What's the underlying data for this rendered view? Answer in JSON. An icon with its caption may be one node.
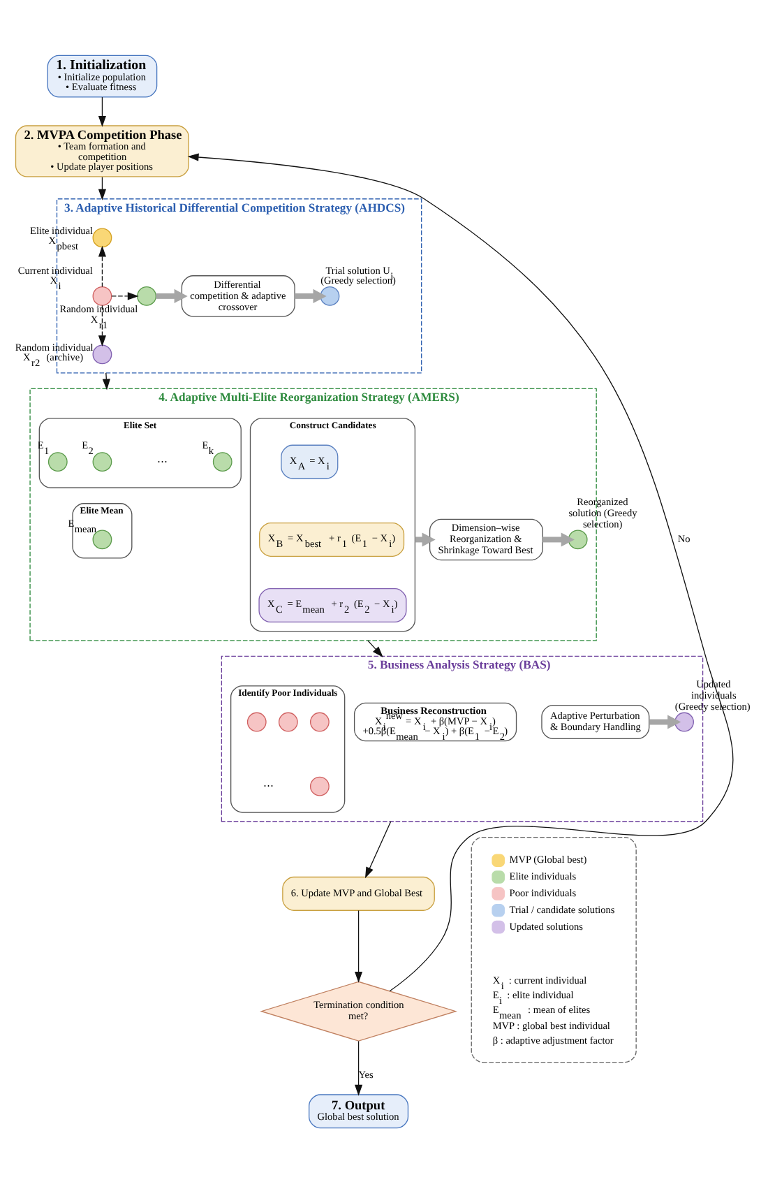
{
  "diagram": {
    "nodes": [
      {
        "text": [
          "1. Initialization",
          "• Initialize population",
          "• Evaluate fitness"
        ]
      },
      {
        "text": [
          "2. MVPA Competition Phase",
          "• Team formation and competition",
          "• Update player positions"
        ]
      },
      {
        "text": [
          "3. Adaptive Historical Differential Competition Strategy (AHDCS)"
        ]
      },
      {
        "text": [],
        "shape": "circle",
        "in": 2,
        "beside": [
          "Current individual X$_{i}$"
        ]
      },
      {
        "text": [],
        "shape": "circle",
        "in": 2,
        "beside": [
          "Elite individual X$_{pbest}$"
        ]
      },
      {
        "text": [],
        "shape": "circle",
        "in": 2,
        "beside": [
          "Random individual X$_{r1}$"
        ]
      },
      {
        "text": [],
        "shape": "circle",
        "in": 2,
        "beside": [
          "Random individual X$_{r2}$ (archive)"
        ]
      },
      {
        "text": [
          "Differential competition & adaptive crossover"
        ],
        "in": 2
      },
      {
        "text": [],
        "shape": "circle",
        "in": 2,
        "beside": [
          "Trial solution U$_{i}$ (Greedy selection)"
        ]
      },
      {
        "text": [
          "4. Adaptive Multi-Elite Reorganization Strategy (AMERS)"
        ]
      },
      {
        "text": [
          "Elite Set"
        ],
        "in": 9
      },
      {
        "text": [],
        "shape": "circle",
        "in": 10,
        "beside": [
          "E$_{1}$"
        ]
      },
      {
        "text": [],
        "shape": "circle",
        "in": 10,
        "beside": [
          "E$_{2}$"
        ]
      },
      {
        "text": [],
        "shape": "circle",
        "in": 10,
        "beside": [
          "E$_{k}$"
        ]
      },
      {
        "text": [
          "Elite Mean"
        ],
        "in": 9
      },
      {
        "text": [],
        "shape": "circle",
        "in": 14,
        "beside": [
          "E$_{mean}$"
        ]
      },
      {
        "text": [
          "Construct Candidates"
        ],
        "in": 9
      },
      {
        "text": [
          "X$_{A}$ = X$_{i}$"
        ],
        "in": 16
      },
      {
        "text": [
          "X$_{B}$ = X$_{best}$ + r$_{1}$ (E$_{1}$ − X$_{i}$)"
        ],
        "in": 16
      },
      {
        "text": [
          "X$_{C}$ = E$_{mean}$ + r$_{2}$ (E$_{2}$ − X$_{i}$)"
        ],
        "in": 16
      },
      {
        "text": [
          "Dimension–wise Reorganization & Shrinkage Toward Best"
        ],
        "in": 9
      },
      {
        "text": [],
        "shape": "circle",
        "in": 9,
        "beside": [
          "Reorganized solution (Greedy selection)"
        ]
      },
      {
        "text": [
          "5. Business Analysis Strategy (BAS)"
        ]
      },
      {
        "text": [
          "Identify Poor Individuals"
        ],
        "in": 22
      },
      {
        "text": [],
        "shape": "circle",
        "in": 23
      },
      {
        "text": [],
        "shape": "circle",
        "in": 23
      },
      {
        "text": [],
        "shape": "circle",
        "in": 23
      },
      {
        "text": [],
        "shape": "circle",
        "in": 23
      },
      {
        "text": [
          "Business Reconstruction",
          "X$_{i}$$^{new}$ = X$_{i}$ + β(MVP − X$_{i}$) +0.5β(E$_{mean}$ − X$_{i}$) + β(E$_{1}$ − E$_{2}$)"
        ],
        "in": 22
      },
      {
        "text": [
          "Adaptive Perturbation & Boundary Handling"
        ],
        "in": 22
      },
      {
        "text": [],
        "shape": "circle",
        "in": 22,
        "beside": [
          "Updated individuals (Greedy selection)"
        ]
      },
      {
        "text": [
          "6. Update MVP and Global Best"
        ]
      },
      {
        "text": [
          "Termination condition met?"
        ]
      },
      {
        "text": [
          "7. Output",
          "Global best solution"
        ]
      },
      {
        "text": [],
        "shape": "box"
      }
    ],
    "edges": [
      {
        "from": 0,
        "to": 1,
        "arrow": "to"
      },
      {
        "from": 1,
        "to": 2,
        "arrow": "to"
      },
      {
        "from": 3,
        "to": 4,
        "arrow": "to",
        "style": "dashed"
      },
      {
        "from": 3,
        "to": 5,
        "arrow": "to",
        "style": "dashed"
      },
      {
        "from": 3,
        "to": 6,
        "arrow": "to",
        "style": "dashed"
      },
      {
        "from": 5,
        "to": 7,
        "arrow": "to",
        "style": "thick",
        "color": "#a6a6a6"
      },
      {
        "from": 7,
        "to": 8,
        "arrow": "to",
        "style": "thick",
        "color": "#a6a6a6"
      },
      {
        "from": 2,
        "to": 9,
        "arrow": "to"
      },
      {
        "from": 16,
        "to": 20,
        "arrow": "to",
        "style": "thick",
        "color": "#a6a6a6"
      },
      {
        "from": 20,
        "to": 21,
        "arrow": "to",
        "style": "thick",
        "color": "#a6a6a6"
      },
      {
        "from": 9,
        "to": 22,
        "arrow": "to"
      },
      {
        "from": 29,
        "to": 30,
        "arrow": "to",
        "style": "thick",
        "color": "#a6a6a6"
      },
      {
        "from": 22,
        "to": 31,
        "arrow": "to"
      },
      {
        "from": 31,
        "to": 32,
        "arrow": "to"
      },
      {
        "from": 32,
        "to": 33,
        "arrow": "to",
        "label": "Yes"
      },
      {
        "from": 32,
        "to": 1,
        "arrow": "to",
        "label": "No"
      }
    ],
    "labels": [
      "⋯",
      "⋯",
      "X$_{i}$ : current individual",
      "E$_{i}$ : elite individual",
      "E$_{mean}$ : mean of elites",
      "MVP : global best individual",
      "β : adaptive adjustment factor"
    ],
    "legend": [
      {
        "text": "MVP (Global best)",
        "color": "#f9d776"
      },
      {
        "text": "Elite individuals",
        "color": "#b9dcaa"
      },
      {
        "text": "Poor individuals",
        "color": "#f6c4c4"
      },
      {
        "text": "Trial / candidate solutions",
        "color": "#b7d0ef"
      },
      {
        "text": "Updated solutions",
        "color": "#d3c0e8"
      }
    ]
  }
}
